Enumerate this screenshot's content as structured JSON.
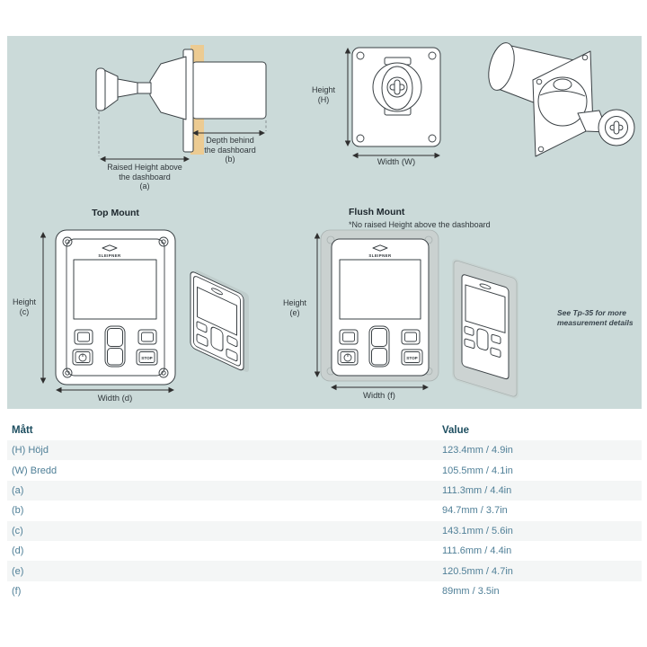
{
  "side_view": {
    "label_b": [
      "Depth behind",
      "the dashboard",
      "(b)"
    ],
    "label_a": [
      "Raised Height above",
      "the dashboard",
      "(a)"
    ]
  },
  "front_view": {
    "height_label": [
      "Height",
      "(H)"
    ],
    "width_label": "Width (W)"
  },
  "top_mount": {
    "title": "Top Mount",
    "height_label": [
      "Height",
      "(c)"
    ],
    "width_label": "Width (d)",
    "brand": "SLEIPNER",
    "stop": "STOP"
  },
  "flush_mount": {
    "title": "Flush Mount",
    "note": "*No raised Height above the dashboard",
    "height_label": [
      "Height",
      "(e)"
    ],
    "width_label": "Width (f)",
    "brand": "SLEIPNER",
    "stop": "STOP"
  },
  "side_note": [
    "See Tp-35 for more",
    "measurement details"
  ],
  "table": {
    "headers": [
      "Mått",
      "Value"
    ],
    "rows": [
      {
        "label": "(H) Höjd",
        "value": "123.4mm / 4.9in"
      },
      {
        "label": "(W) Bredd",
        "value": "105.5mm / 4.1in"
      },
      {
        "label": "(a)",
        "value": "111.3mm / 4.4in"
      },
      {
        "label": "(b)",
        "value": "94.7mm / 3.7in"
      },
      {
        "label": "(c)",
        "value": "143.1mm / 5.6in"
      },
      {
        "label": "(d)",
        "value": "111.6mm / 4.4in"
      },
      {
        "label": "(e)",
        "value": "120.5mm / 4.7in"
      },
      {
        "label": "(f)",
        "value": "89mm / 3.5in"
      }
    ]
  },
  "colors": {
    "panel_background": "#cbdad9",
    "dashboard_strip": "#eccb92",
    "line_art": "#3a4044",
    "table_header_text": "#1d4e60",
    "table_row_text": "#4f7f97",
    "row_stripe": "#f4f6f6"
  }
}
